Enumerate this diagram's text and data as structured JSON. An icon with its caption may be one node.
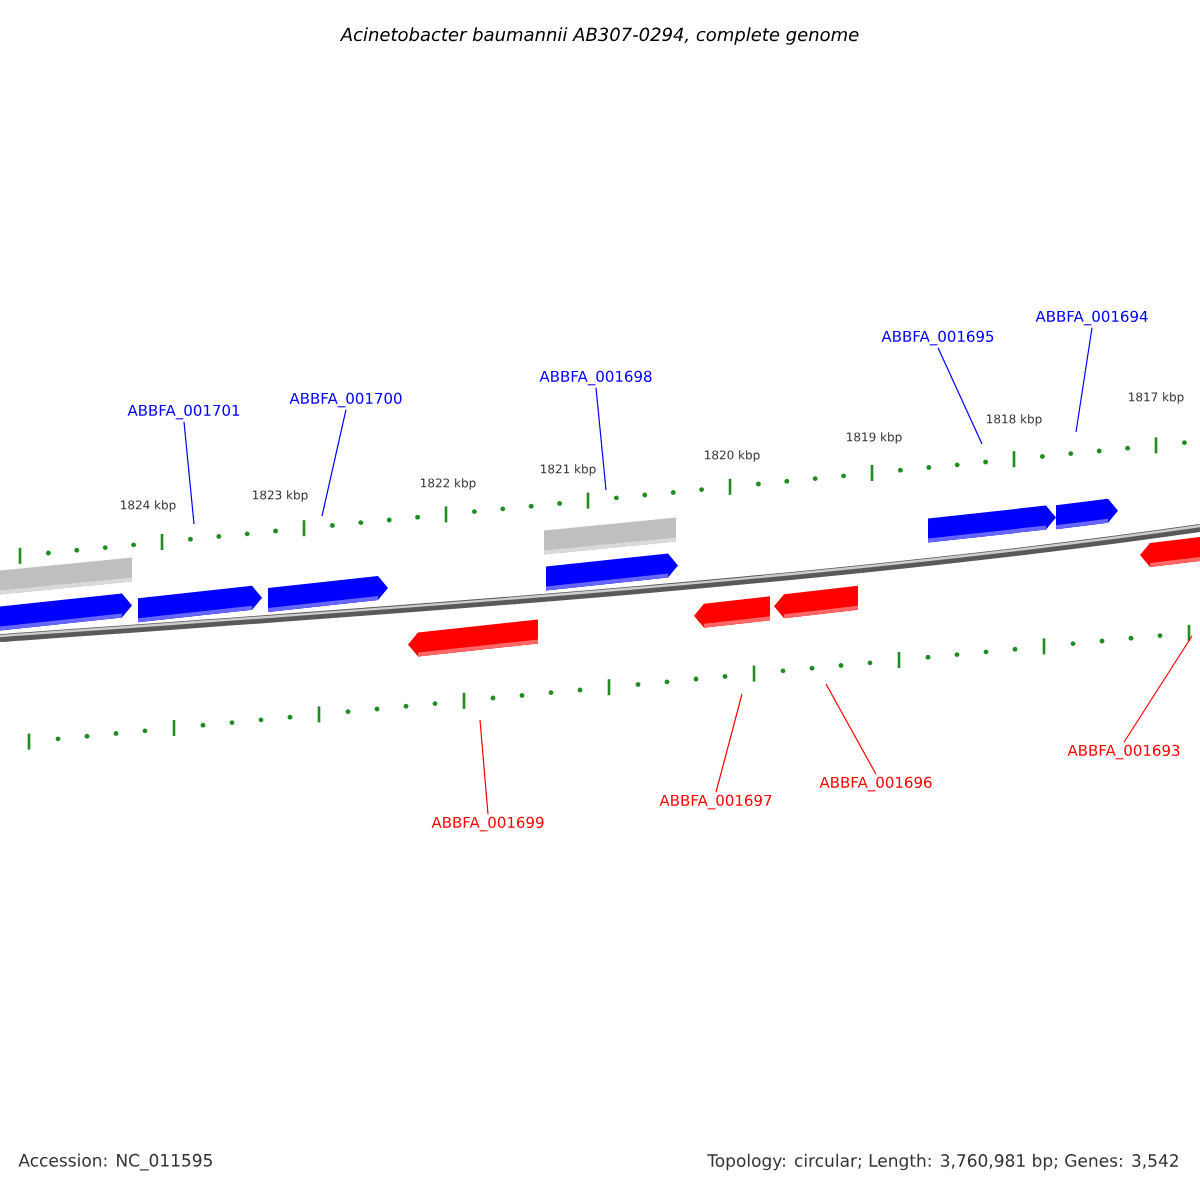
{
  "diagram": {
    "title": "Acinetobacter baumannii AB307-0294, complete genome",
    "nodes": [
      {
        "text": [
          "ABBFA_001701"
        ]
      },
      {
        "text": [
          "ABBFA_001700"
        ]
      },
      {
        "text": [
          "ABBFA_001698"
        ]
      },
      {
        "text": [
          "ABBFA_001695"
        ]
      },
      {
        "text": [
          "ABBFA_001694"
        ]
      },
      {
        "text": [
          "ABBFA_001699"
        ]
      },
      {
        "text": [
          "ABBFA_001697"
        ]
      },
      {
        "text": [
          "ABBFA_001696"
        ]
      },
      {
        "text": [
          "ABBFA_001693"
        ]
      }
    ],
    "edges": [
      {
        "from": 0,
        "to": null,
        "arrow": "none"
      },
      {
        "from": 1,
        "to": null,
        "arrow": "none"
      },
      {
        "from": 2,
        "to": null,
        "arrow": "none"
      },
      {
        "from": 3,
        "to": null,
        "arrow": "none"
      },
      {
        "from": 4,
        "to": null,
        "arrow": "none"
      },
      {
        "from": 5,
        "to": null,
        "arrow": "none",
        "color": "#ff0000"
      },
      {
        "from": 6,
        "to": null,
        "arrow": "none",
        "color": "#ff0000"
      },
      {
        "from": 7,
        "to": null,
        "arrow": "none",
        "color": "#ff0000"
      },
      {
        "from": 8,
        "to": null,
        "arrow": "none",
        "color": "#ff0000"
      }
    ],
    "labels": [
      "1824 kbp",
      "1823 kbp",
      "1822 kbp",
      "1821 kbp",
      "1820 kbp",
      "1819 kbp",
      "1818 kbp",
      "1817 kbp",
      "Accession: NC_011595",
      "Topology: circular; Length: 3,760,981 bp; Genes: 3,542"
    ]
  }
}
